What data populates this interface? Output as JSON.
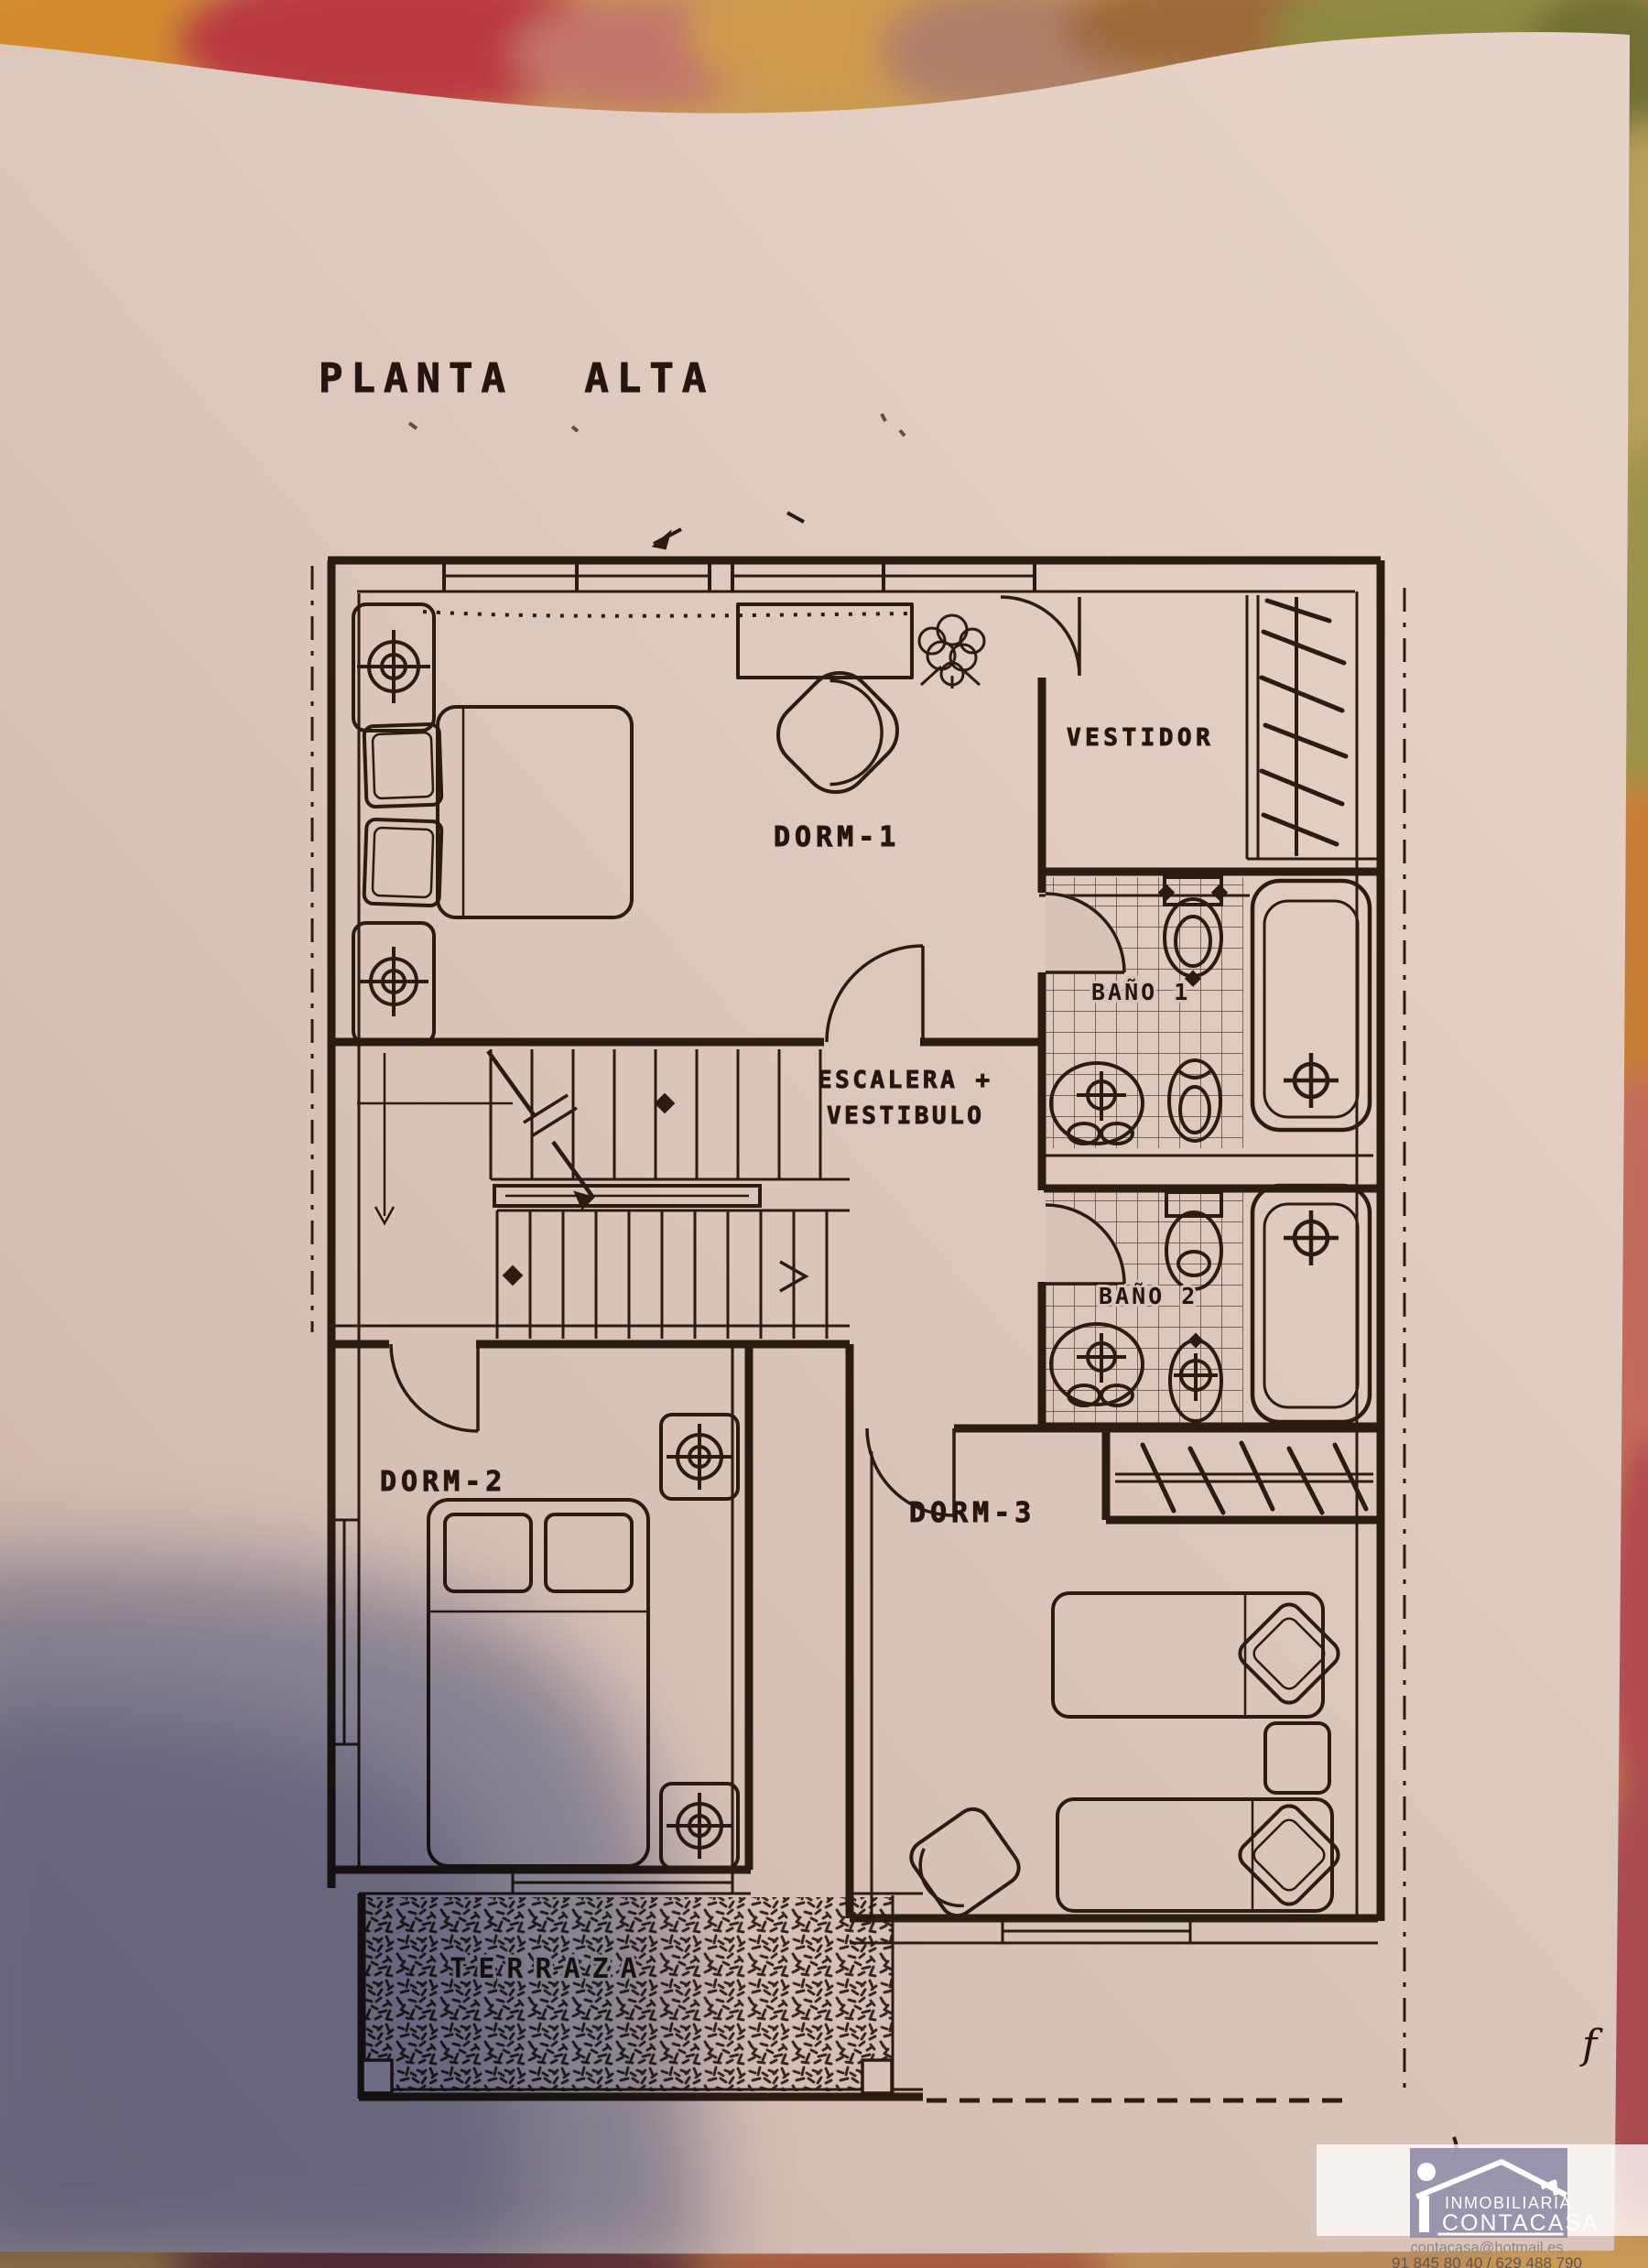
{
  "plan": {
    "title": "PLANTA ALTA",
    "rooms": {
      "dorm1": "DORM-1",
      "vestidor": "VESTIDOR",
      "bano1": "BAÑO 1",
      "escalera": "ESCALERA +",
      "vestibulo": "VESTIBULO",
      "bano2": "BAÑO 2",
      "dorm2": "DORM-2",
      "dorm3": "DORM-3",
      "terraza": "TERRAZA"
    },
    "stray_mark": "f",
    "colors": {
      "ink": "#2a1b13",
      "paper": "#dcc6ba",
      "shadow": "#31487e",
      "carpet_base": "#c89a55"
    }
  },
  "watermark": {
    "icon": "house-logo-icon",
    "company_line1": "INMOBILIARIA",
    "company_line2": "CONTACASA",
    "email": "contacasa@hotmail.es",
    "phones": "91 845 80 40 / 629 488 790",
    "badge_color": "#958daa"
  }
}
